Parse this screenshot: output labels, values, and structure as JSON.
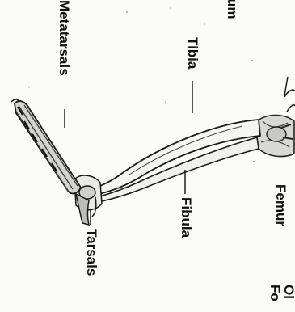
{
  "labels": {
    "ilium_partial": "um",
    "metatarsals": "Metatarsals",
    "tibia": "Tibia",
    "femur": "Femur",
    "fibula": "Fibula",
    "tarsals": "Tarsals",
    "fragment_line1": "Ol",
    "fragment_line2": "Fo"
  }
}
